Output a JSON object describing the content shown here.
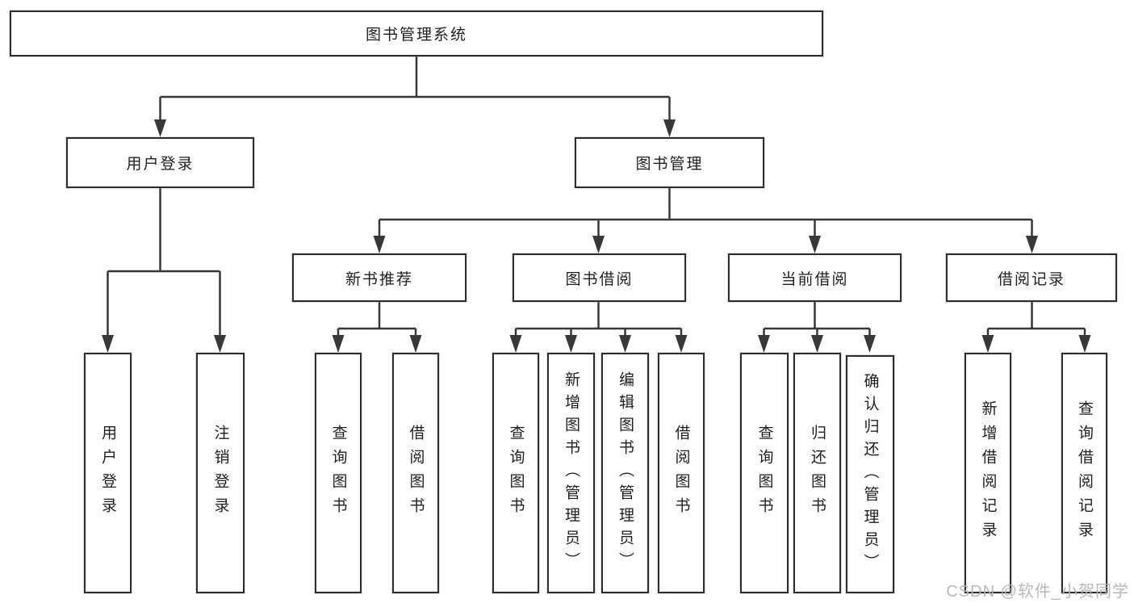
{
  "diagram": {
    "root": "图书管理系统",
    "level2": [
      "用户登录",
      "图书管理"
    ],
    "level3": [
      "新书推荐",
      "图书借阅",
      "当前借阅",
      "借阅记录"
    ],
    "leaves": {
      "user_login": [
        "用户登录",
        "注销登录"
      ],
      "new_book": [
        "查询图书",
        "借阅图书"
      ],
      "borrow": [
        "查询图书",
        "新增图书（管理员）",
        "编辑图书（管理员）",
        "借阅图书"
      ],
      "current": [
        "查询图书",
        "归还图书",
        "确认归还（管理员）"
      ],
      "records": [
        "新增借阅记录",
        "查询借阅记录"
      ]
    }
  },
  "watermark": "CSDN @软件_小贺同学",
  "colors": {
    "line": "#383838",
    "box_border": "#2e2e2e",
    "text": "#1f1f1f",
    "watermark": "#b2b2b2",
    "background": "#ffffff"
  }
}
